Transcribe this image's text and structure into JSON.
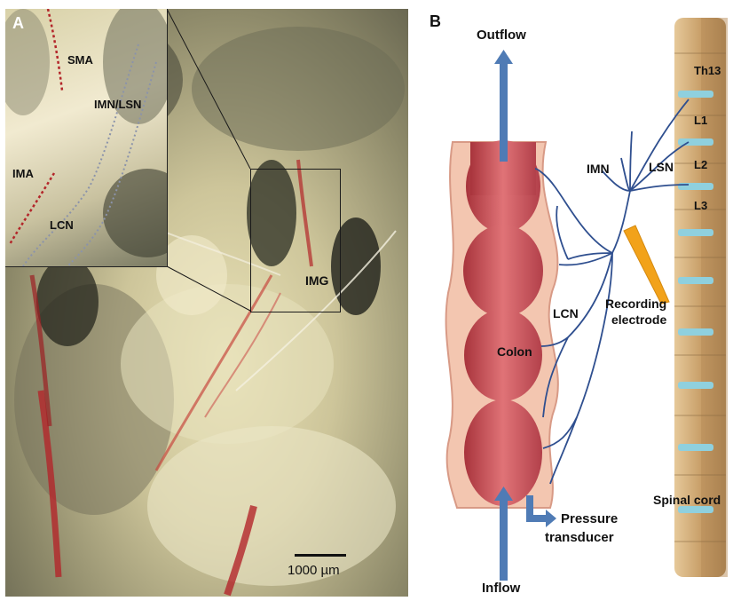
{
  "panel_a": {
    "letter": "A",
    "inset_labels": {
      "sma": "SMA",
      "imn_lsn": "IMN/LSN",
      "ima": "IMA",
      "lcn": "LCN"
    },
    "img_label": "IMG",
    "scale_bar": "1000 µm"
  },
  "panel_b": {
    "letter": "B",
    "outflow": "Outflow",
    "inflow": "Inflow",
    "imn": "IMN",
    "lsn": "LSN",
    "lcn": "LCN",
    "colon": "Colon",
    "recording_electrode": [
      "Recording",
      "electrode"
    ],
    "pressure_transducer": [
      "Pressure",
      "transducer"
    ],
    "spinal_cord": "Spinal cord",
    "vertebrae": [
      "Th13",
      "L1",
      "L2",
      "L3"
    ]
  },
  "colors": {
    "nerve": "#2f4f8f",
    "arrow": "#4f7bb5",
    "electrode": "#f2a21a",
    "colon": "#c8565b",
    "vessel": "#b3262a"
  }
}
